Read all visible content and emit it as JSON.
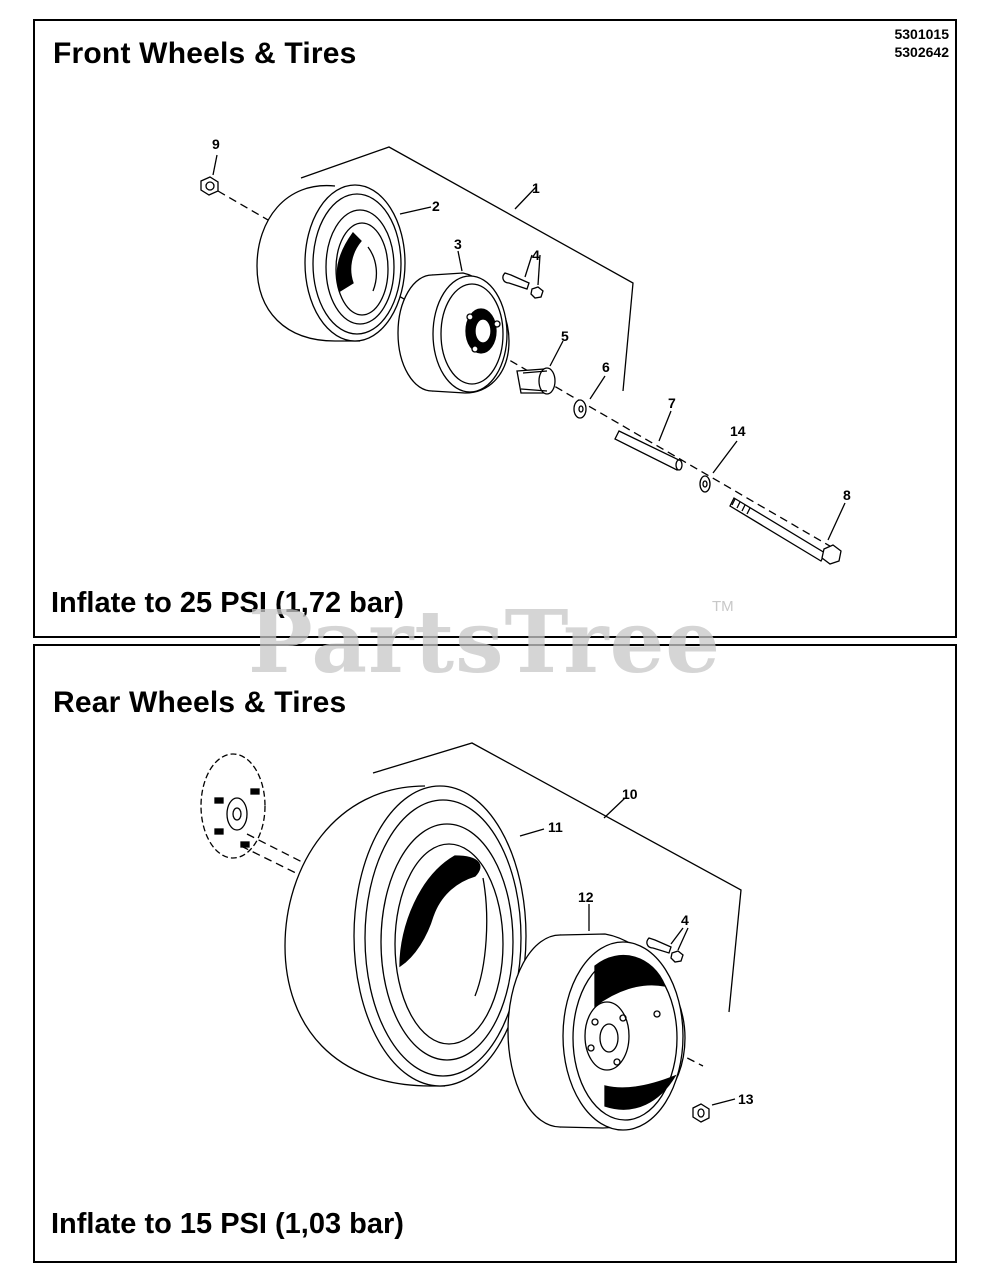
{
  "front": {
    "title": "Front Wheels & Tires",
    "part_numbers": [
      "5301015",
      "5302642"
    ],
    "inflate": "Inflate to 25 PSI (1,72 bar)",
    "callouts": {
      "c1": "1",
      "c2": "2",
      "c3": "3",
      "c4": "4",
      "c5": "5",
      "c6": "6",
      "c7": "7",
      "c8": "8",
      "c9": "9",
      "c14": "14"
    }
  },
  "rear": {
    "title": "Rear Wheels & Tires",
    "inflate": "Inflate to 15 PSI (1,03 bar)",
    "callouts": {
      "c10": "10",
      "c11": "11",
      "c12": "12",
      "c4": "4",
      "c13": "13"
    }
  },
  "watermark": {
    "text": "PartsTree",
    "tm": "TM"
  }
}
